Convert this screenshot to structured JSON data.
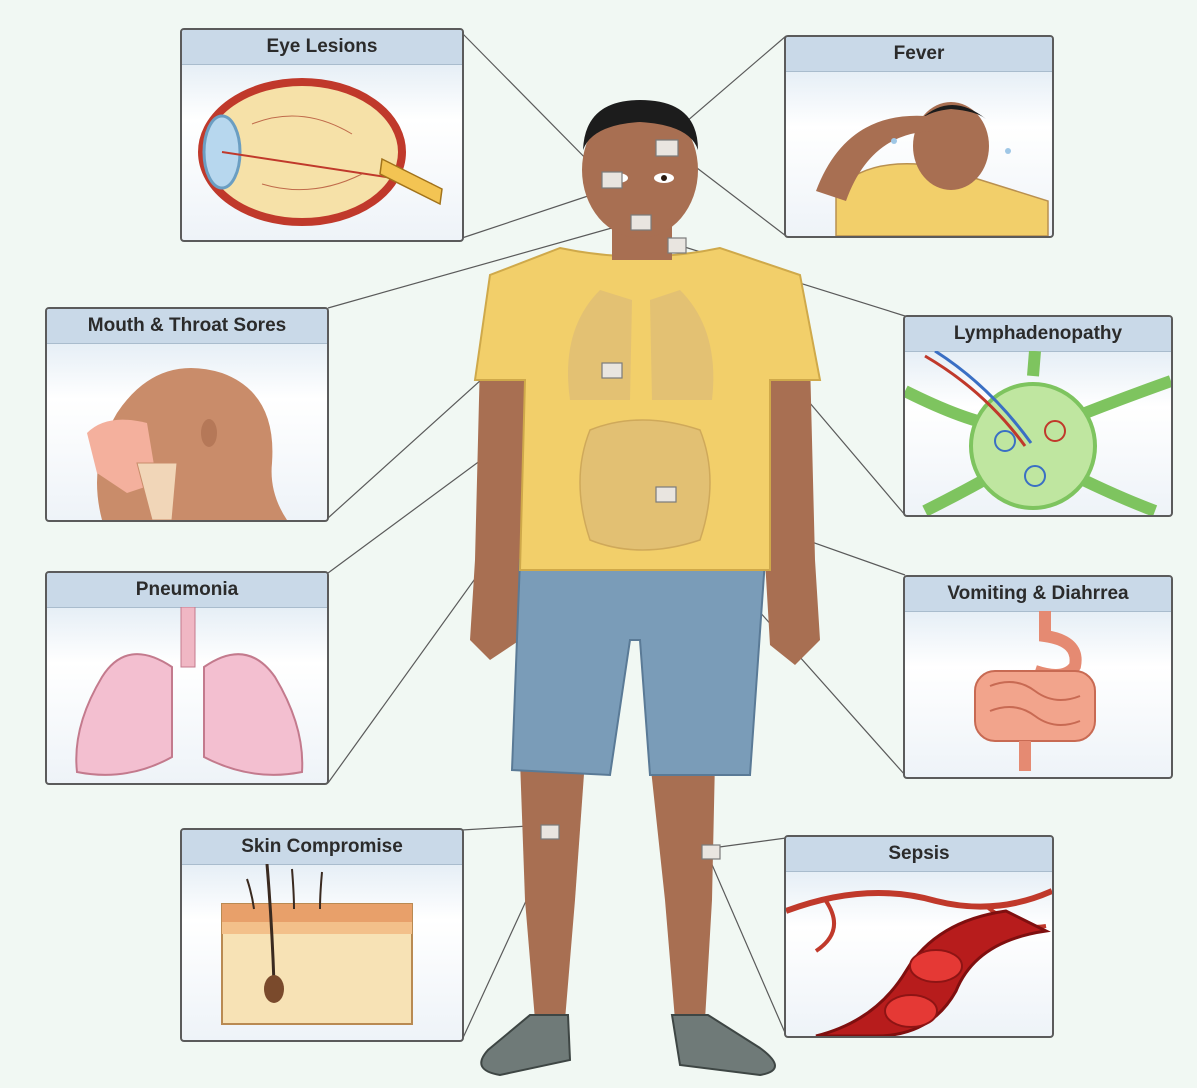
{
  "panels": {
    "eye": {
      "title": "Eye Lesions"
    },
    "fever": {
      "title": "Fever"
    },
    "mouth": {
      "title": "Mouth & Throat Sores"
    },
    "lymph": {
      "title": "Lymphadenopathy"
    },
    "pneumonia": {
      "title": "Pneumonia"
    },
    "vomiting": {
      "title": "Vomiting & Diahrrea"
    },
    "skin": {
      "title": "Skin Compromise"
    },
    "sepsis": {
      "title": "Sepsis"
    }
  },
  "colors": {
    "panel_header": "#c9d9e8",
    "skin_tone": "#a86f52",
    "shirt": "#f2cf6a",
    "shorts": "#7a9cb8",
    "hair": "#1c1c1c"
  }
}
